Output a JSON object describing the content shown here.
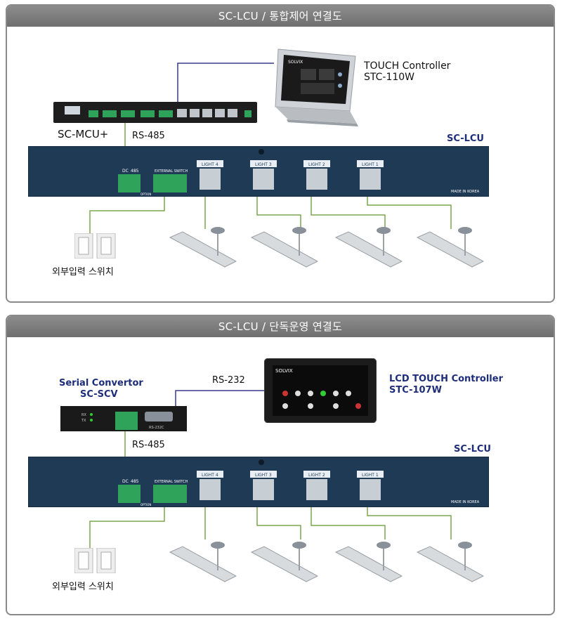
{
  "panels": [
    {
      "title": "SC-LCU  / 통합제어 연결도",
      "controller_label_line1": "TOUCH Controller",
      "controller_label_line2": "STC-110W",
      "mcu_label": "SC-MCU+",
      "link_label": "RS-485",
      "lcu_label": "SC-LCU",
      "switch_label": "외부입력  스위치"
    },
    {
      "title": "SC-LCU / 단독운영 연결도",
      "convertor_label_line1": "Serial Convertor",
      "convertor_label_line2": "SC-SCV",
      "rs232_label": "RS-232",
      "controller_label_line1": "LCD TOUCH Controller",
      "controller_label_line2": "STC-107W",
      "link_label": "RS-485",
      "lcu_label": "SC-LCU",
      "switch_label": "외부입력  스위치"
    }
  ],
  "lcu_device": {
    "light_labels": [
      "LIGHT 4",
      "LIGHT 3",
      "LIGHT 2",
      "LIGHT 1"
    ],
    "dc_label": "DC",
    "rs485_small": "485",
    "ext_switch_label": "EXTERNAL SWITCH",
    "option_label": "OPTION",
    "made_in": "MADE IN KOREA"
  },
  "touch_brand": "SOLVIX",
  "scv_device": {
    "rx": "RX",
    "tx": "TX",
    "port": "RS-232C"
  },
  "colors": {
    "header_bg": "#7a7a7a",
    "lcu_body": "#1f3a55",
    "wire_blue": "#3a3a8a",
    "wire_green": "#7aa64e",
    "terminal_green": "#2fa35a",
    "label_blue": "#1d2d7a"
  }
}
